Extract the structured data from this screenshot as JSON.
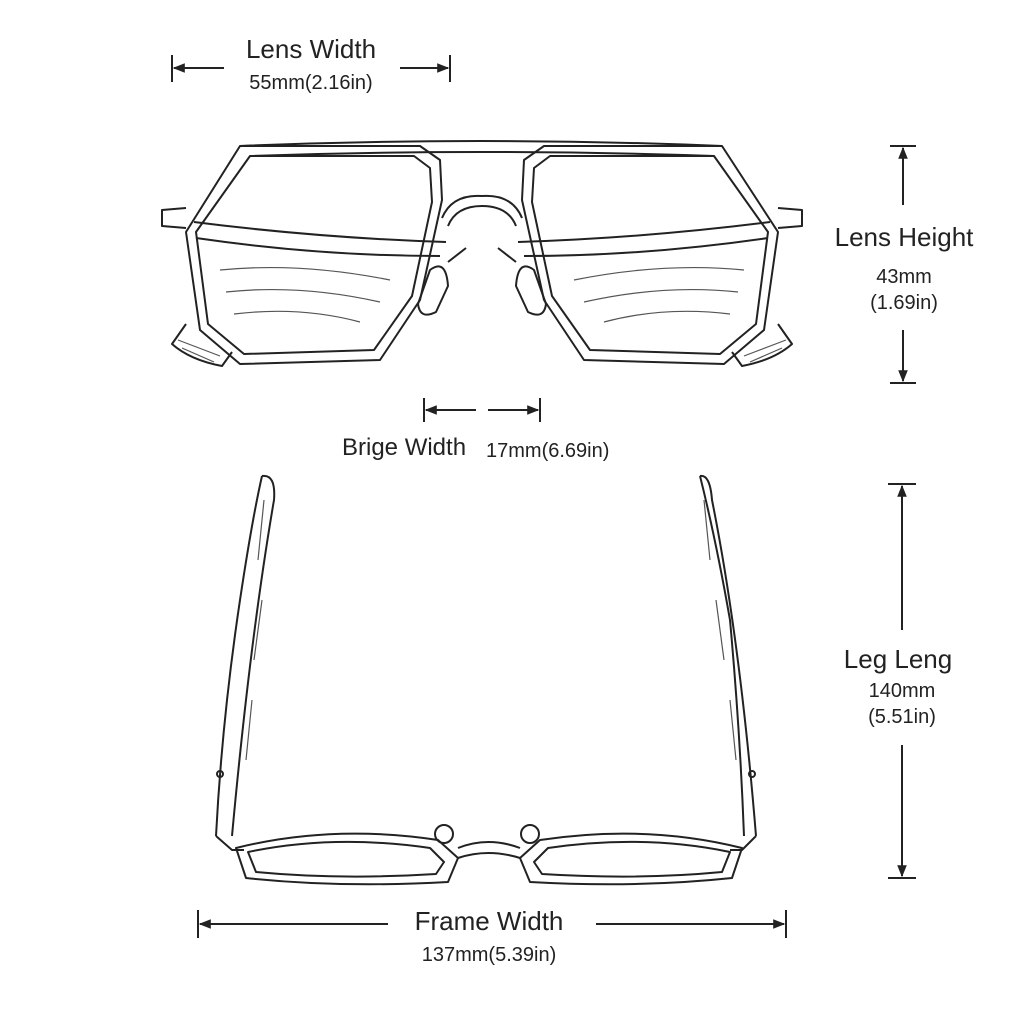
{
  "lens_width": {
    "title": "Lens Width",
    "value": "55mm(2.16in)"
  },
  "lens_height": {
    "title": "Lens Height",
    "value_line1": "43mm",
    "value_line2": "(1.69in)"
  },
  "bridge_width": {
    "title": "Brige Width",
    "value": "17mm(6.69in)"
  },
  "leg_length": {
    "title": "Leg Leng",
    "value_line1": "140mm",
    "value_line2": "(5.51in)"
  },
  "frame_width": {
    "title": "Frame Width",
    "value": "137mm(5.39in)"
  },
  "colors": {
    "ink": "#222222",
    "background": "#ffffff"
  }
}
